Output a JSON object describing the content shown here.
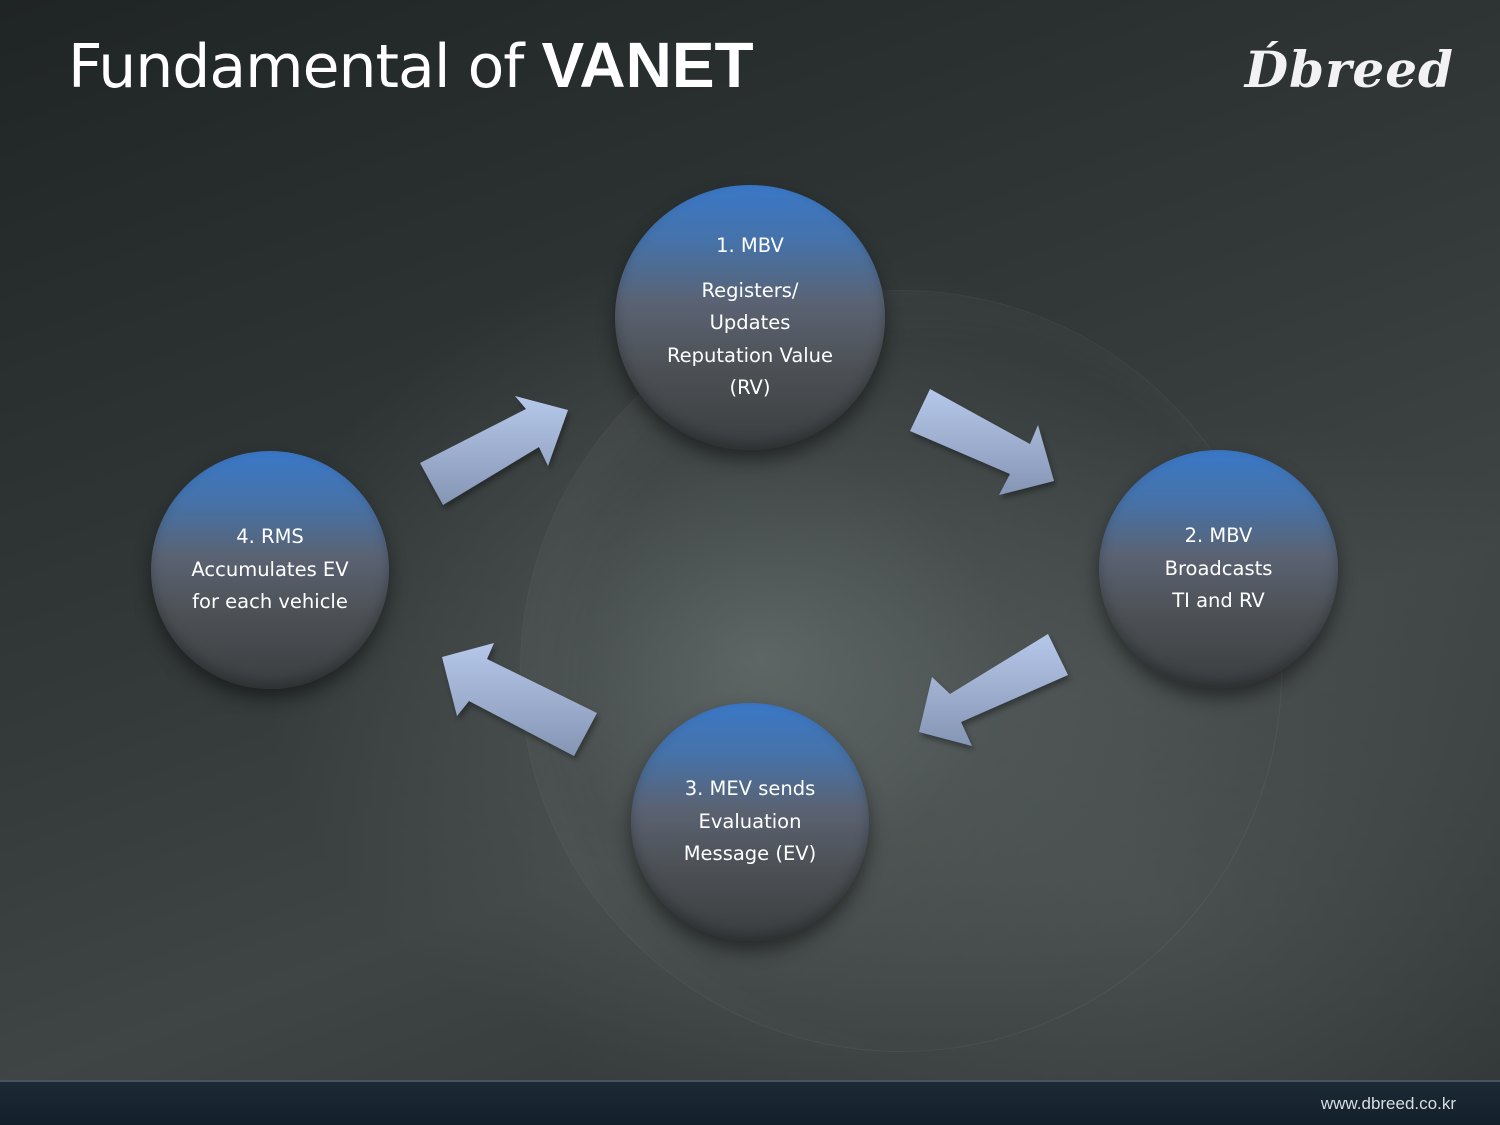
{
  "slide": {
    "title_regular": "Fundamental of ",
    "title_bold": "VANET",
    "logo": "D́breed",
    "footer_url": "www.dbreed.co.kr"
  },
  "colors": {
    "node_top": "#3a78c8",
    "node_bottom": "#3b3e40",
    "arrow_light": "#b3c5e8",
    "arrow_dark": "#8596b6",
    "background": "#2c3131",
    "footer": "#13202b"
  },
  "nodes": [
    {
      "id": "1",
      "lines": [
        "1. MBV",
        "",
        "Registers/",
        "Updates",
        "Reputation Value",
        "(RV)"
      ]
    },
    {
      "id": "2",
      "lines": [
        "2. MBV",
        "Broadcasts",
        "TI and RV"
      ]
    },
    {
      "id": "3",
      "lines": [
        "3. MEV sends",
        "Evaluation",
        "Message (EV)"
      ]
    },
    {
      "id": "4",
      "lines": [
        "4. RMS",
        "Accumulates EV",
        "for each vehicle"
      ]
    }
  ],
  "edges": [
    {
      "from": "1",
      "to": "2"
    },
    {
      "from": "2",
      "to": "3"
    },
    {
      "from": "3",
      "to": "4"
    },
    {
      "from": "4",
      "to": "1"
    }
  ]
}
